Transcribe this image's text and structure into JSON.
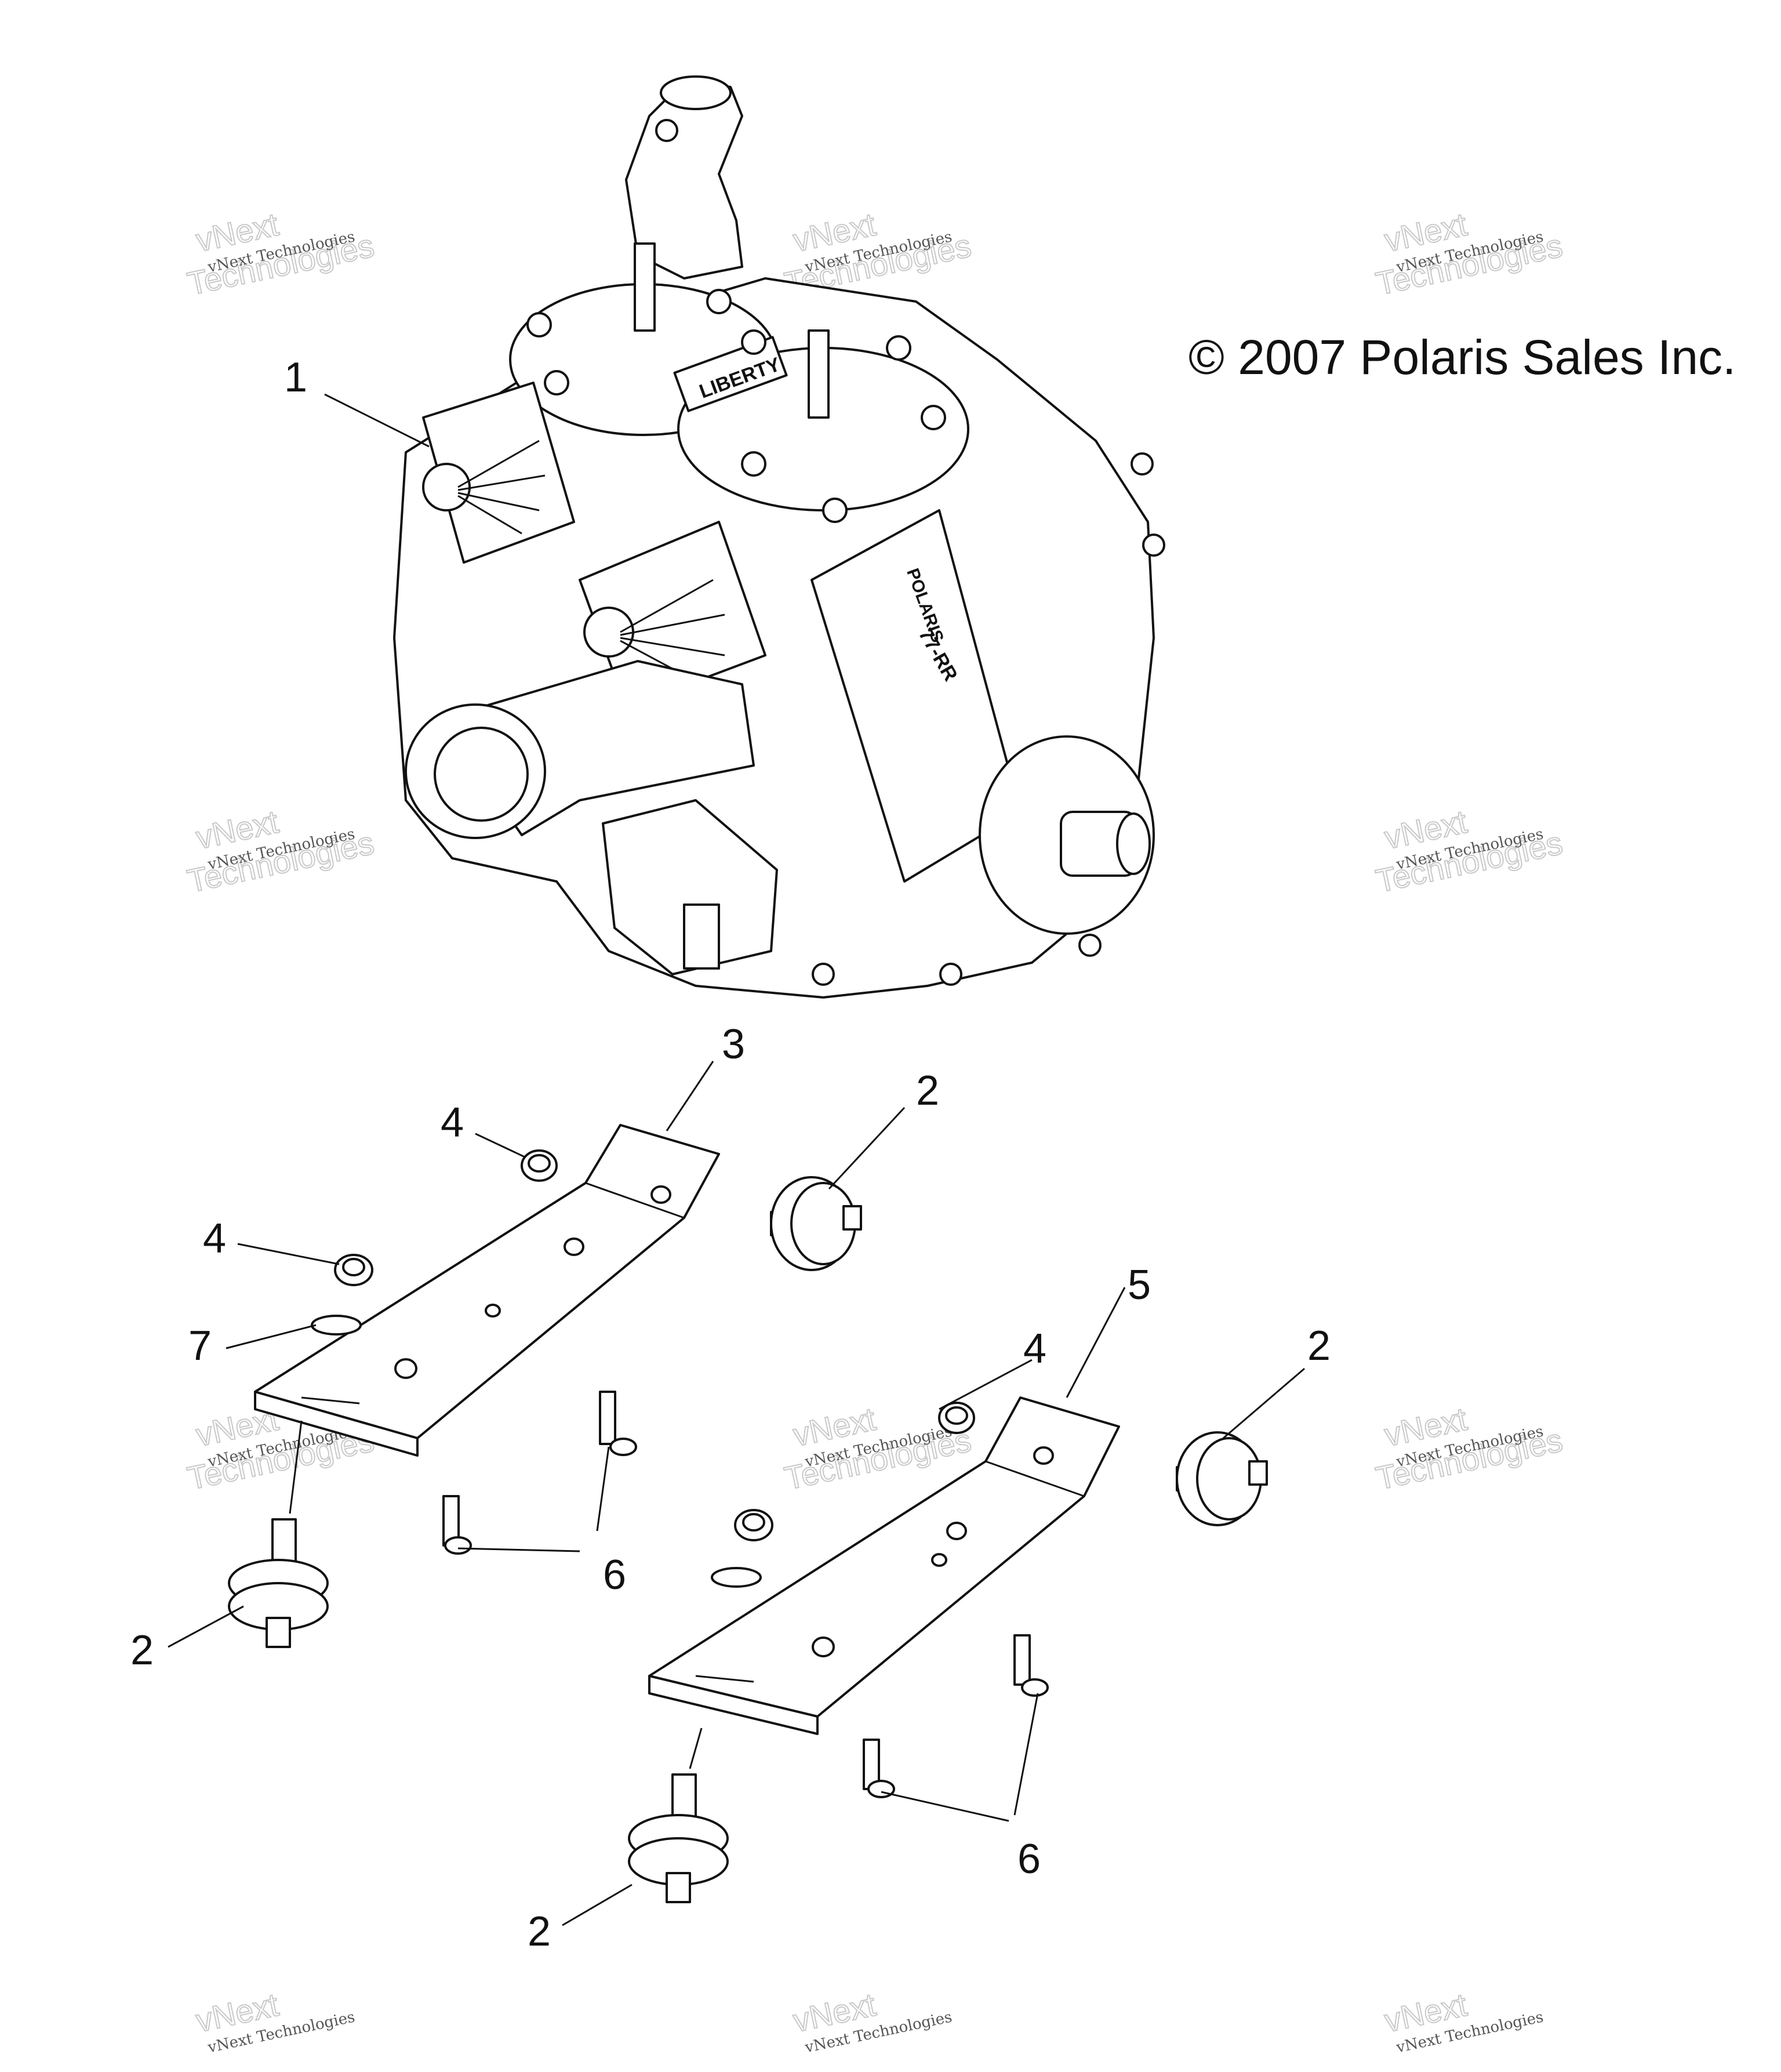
{
  "copyright": "© 2007 Polaris Sales Inc.",
  "watermark": {
    "line1": "vNext",
    "line2": "Technologies",
    "line3": "vNext Technologies"
  },
  "engine_labels": {
    "head_badge": "LIBERTY",
    "case_badge": "POLARIS",
    "model_badge": "77-RR"
  },
  "callouts": {
    "c1": "1",
    "c2a": "2",
    "c2b": "2",
    "c2c": "2",
    "c2d": "2",
    "c3": "3",
    "c4a": "4",
    "c4b": "4",
    "c4c": "4",
    "c5": "5",
    "c6a": "6",
    "c6b": "6",
    "c7": "7"
  },
  "colors": {
    "line": "#111111",
    "background": "#ffffff",
    "watermark": "#c9c9c9"
  }
}
